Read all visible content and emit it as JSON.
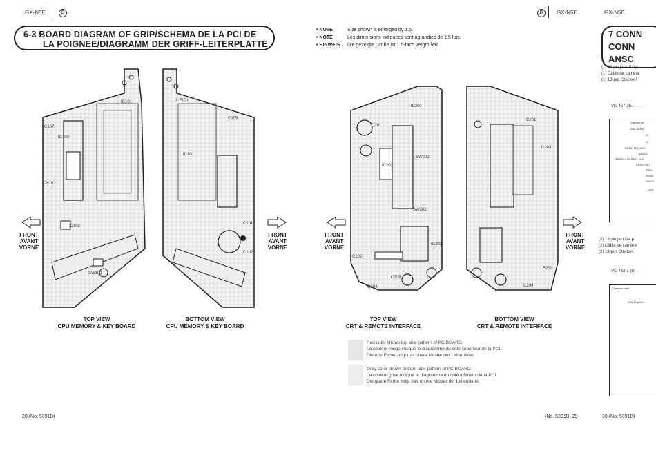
{
  "header": {
    "left_model": "GX-N5E",
    "left_badge": "B",
    "right_badge": "B",
    "right_model_a": "GX-N5E",
    "right_model_b": "GX-N5E"
  },
  "section_title": {
    "line1": "6-3 BOARD DIAGRAM OF GRIP/SCHEMA DE LA PCI DE",
    "line2": "LA POIGNEE/DIAGRAMM DER GRIFF-LEITERPLATTE"
  },
  "notes": [
    {
      "key": "NOTE",
      "text": "Size shown is enlarged by 1.5."
    },
    {
      "key": "NOTE",
      "text": "Les dimensions indiquées sont agrandies de 1.5 fois."
    },
    {
      "key": "HINWEIS",
      "text": "Die gezeigte Größe ist 1.5-fach vergrößert."
    }
  ],
  "front_label": {
    "line1": "FRONT",
    "line2": "AVANT",
    "line3": "VORNE"
  },
  "captions": [
    {
      "line1": "TOP VIEW",
      "line2": "CPU MEMORY  & KEY BOARD"
    },
    {
      "line1": "BOTTOM VIEW",
      "line2": "CPU MEMORY  & KEY BOARD"
    },
    {
      "line1": "TOP VIEW",
      "line2": "CRT & REMOTE INTERFACE"
    },
    {
      "line1": "BOTTOM VIEW",
      "line2": "CRT & REMOTE INTERFACE"
    }
  ],
  "legend": {
    "red": [
      "Red color shows top side pattern of PC BOARD.",
      "La couleur rouge indique le diagramme du côté supérieur de la PCI.",
      "Die rote Farbe zeigt das obere Muster der Leiterplatte."
    ],
    "grey": [
      "Grey color shows bottom side pattern of PC BOARD.",
      "La couleur grise indique le diagramme du côté inférieur de la PCI.",
      "Die graue Farbe zeigt das untere Muster der Leiterplatte."
    ]
  },
  "board_labels": {
    "b1": [
      "IC103",
      "IC102",
      "SW101",
      "C107",
      "CN101",
      "IC101"
    ],
    "b2": [
      "CF101",
      "IC101",
      "C105",
      "C101",
      "C102"
    ],
    "b3": [
      "C201",
      "IC202",
      "SW202",
      "IC201",
      "C202",
      "C204",
      "C205",
      "IC203",
      "SW201"
    ],
    "b4": [
      "C201",
      "C203",
      "C204",
      "S202"
    ]
  },
  "right_page": {
    "title_lines": [
      "7 CONN",
      "CONN",
      "ANSC"
    ],
    "items1": [
      "(1)  13 pin jack /10 p",
      "(1)  Câble de caméra",
      "(1)  13-pol. Stecker/"
    ],
    "model1": "VC-437-2E. . . . .",
    "items2": [
      "(2)  13 pin jack/14 p",
      "(2)  Câble de caméra",
      "(2)  13-pol.  Stecker,"
    ],
    "model2": "VC-433-2 (U)  .",
    "box1_rows": [
      "Camera co",
      "DIN 13-Pin",
      "GI",
      "GI",
      "REMOTE (ON/C",
      "AUDIO",
      "TAPE RUN & BATT ALA",
      "VIDEO IN (",
      "TRIG",
      "REMC",
      "AUDIC",
      "12V"
    ],
    "box2_rows": [
      "Camera cotto",
      "DIN 13-pin m"
    ]
  },
  "footer": {
    "left": "28 (No. 5391B)",
    "center": "(No. 5391B) 29",
    "right": "30 (No. 5391B)"
  }
}
